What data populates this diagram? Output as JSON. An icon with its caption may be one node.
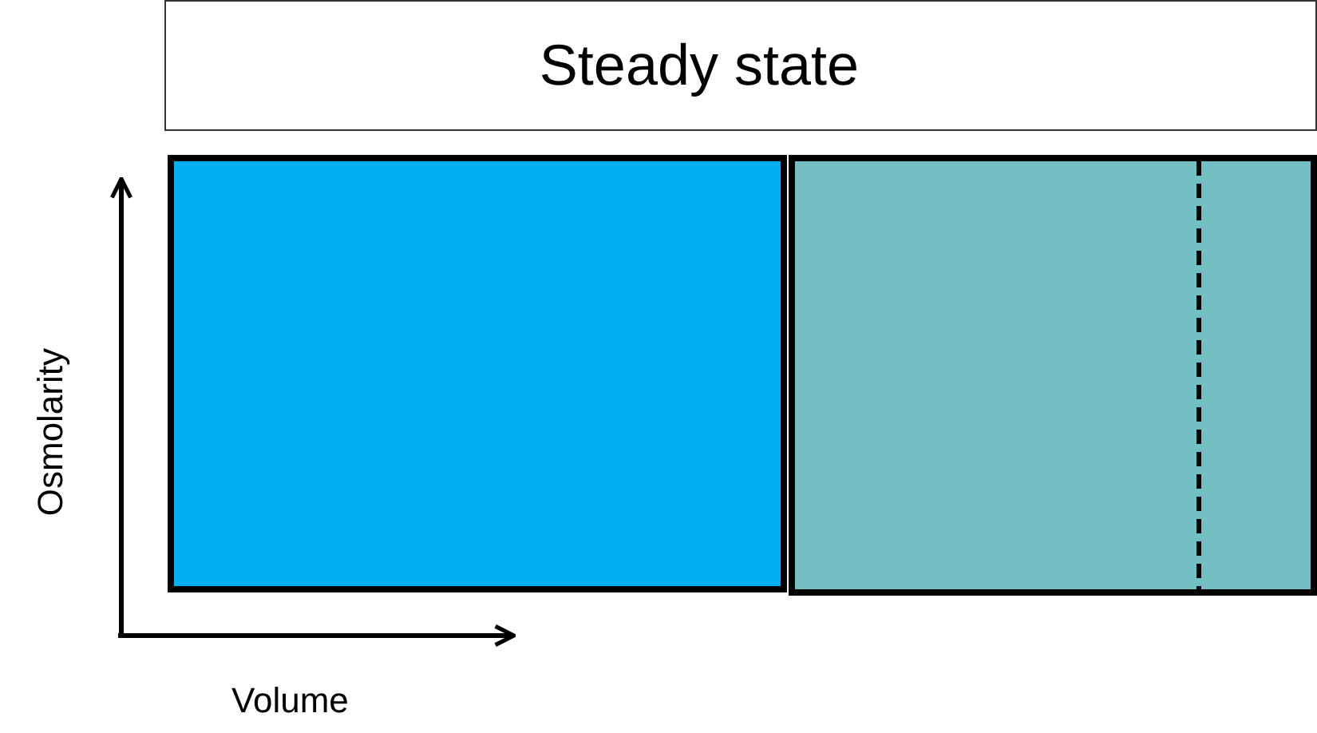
{
  "diagram": {
    "nodes": [
      {
        "text": [
          "Steady state"
        ]
      },
      {
        "text": [],
        "shape": "box"
      },
      {
        "text": [],
        "shape": "box"
      }
    ],
    "labels": [
      "Osmolarity",
      "Volume"
    ]
  }
}
